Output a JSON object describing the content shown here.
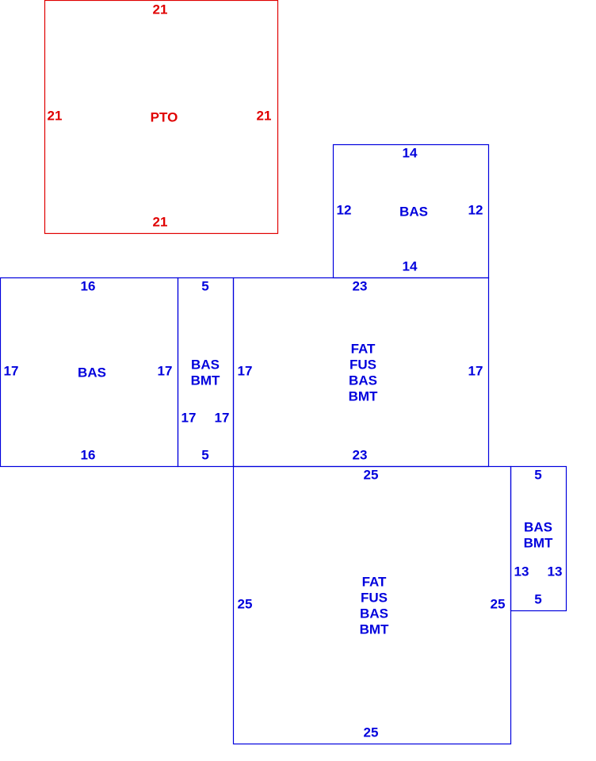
{
  "colors": {
    "porch": "#e00000",
    "living": "#0000dd"
  },
  "areas": [
    {
      "id": "pto",
      "labels": [
        "PTO"
      ],
      "top": "21",
      "bottom": "21",
      "left": "21",
      "right": "21"
    },
    {
      "id": "bas-upper",
      "labels": [
        "BAS"
      ],
      "top": "14",
      "bottom": "14",
      "left": "12",
      "right": "12"
    },
    {
      "id": "bas-left",
      "labels": [
        "BAS"
      ],
      "top": "16",
      "bottom": "16",
      "left": "17",
      "right": "17"
    },
    {
      "id": "bas-bmt-narrow",
      "labels": [
        "BAS",
        "BMT"
      ],
      "top": "5",
      "bottom": "5",
      "left": "17",
      "right": "17"
    },
    {
      "id": "fat-middle",
      "labels": [
        "FAT",
        "FUS",
        "BAS",
        "BMT"
      ],
      "top": "23",
      "bottom": "23",
      "left": "17",
      "right": "17"
    },
    {
      "id": "fat-lower",
      "labels": [
        "FAT",
        "FUS",
        "BAS",
        "BMT"
      ],
      "top": "25",
      "bottom": "25",
      "left": "25",
      "right": "25"
    },
    {
      "id": "bas-bmt-right",
      "labels": [
        "BAS",
        "BMT"
      ],
      "top": "5",
      "bottom": "5",
      "left": "13",
      "right": "13"
    }
  ]
}
